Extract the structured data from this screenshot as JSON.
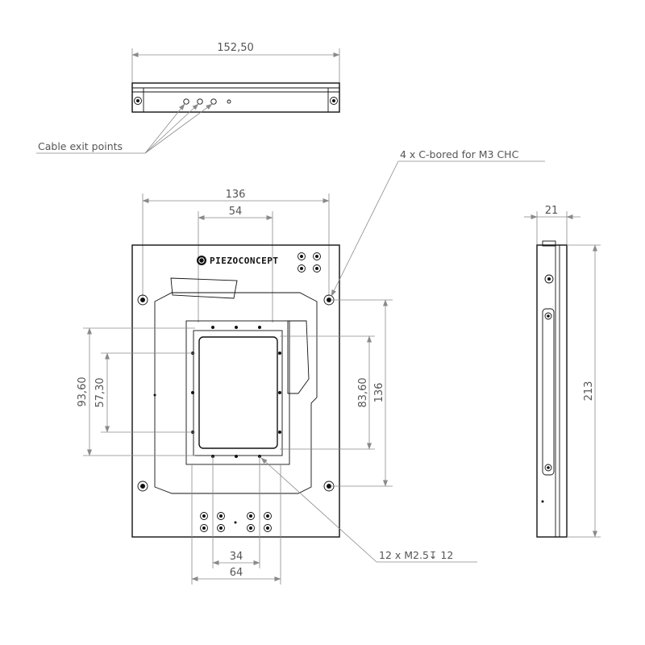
{
  "dimensions": {
    "top_width": "152,50",
    "front_outer_width": "136",
    "front_inner_width": "54",
    "side_thickness": "21",
    "side_height": "213",
    "left_outer_height": "93,60",
    "left_inner_height": "57,30",
    "right_inner_height": "83,60",
    "right_outer_height": "136",
    "bottom_inner_width": "34",
    "bottom_outer_width": "64"
  },
  "notes": {
    "cable_exit": "Cable exit points",
    "cbore": "4 x C-bored for M3 CHC",
    "tapped": "12 x M2.5↧ 12"
  },
  "logo": {
    "text": "PIEZOCONCEPT"
  }
}
